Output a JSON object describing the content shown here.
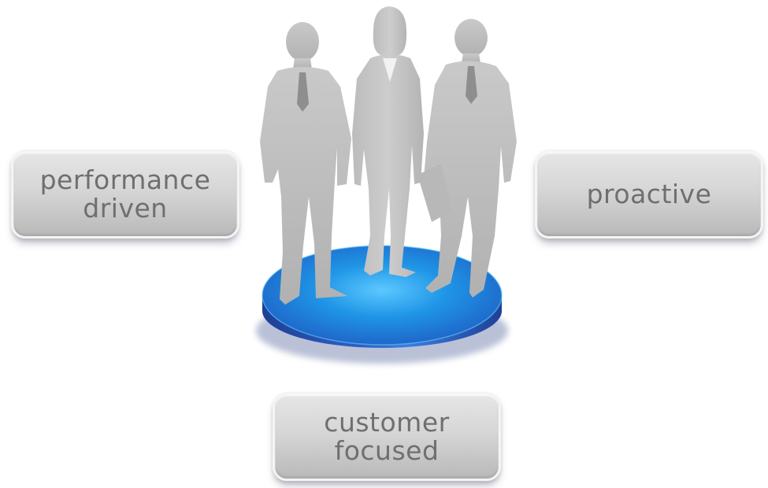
{
  "labels": {
    "performance": {
      "line1": "performance",
      "line2": "driven"
    },
    "proactive": {
      "line1": "proactive"
    },
    "customer": {
      "line1": "customer",
      "line2": "focused"
    }
  },
  "colors": {
    "box_text": "#6f6f6f",
    "silhouette": "#bdbdbd",
    "platform_top": "#1e8fe0",
    "platform_side": "#2a55b5"
  },
  "figure": {
    "people_count": 3,
    "icon": "business-people-silhouettes-icon"
  }
}
